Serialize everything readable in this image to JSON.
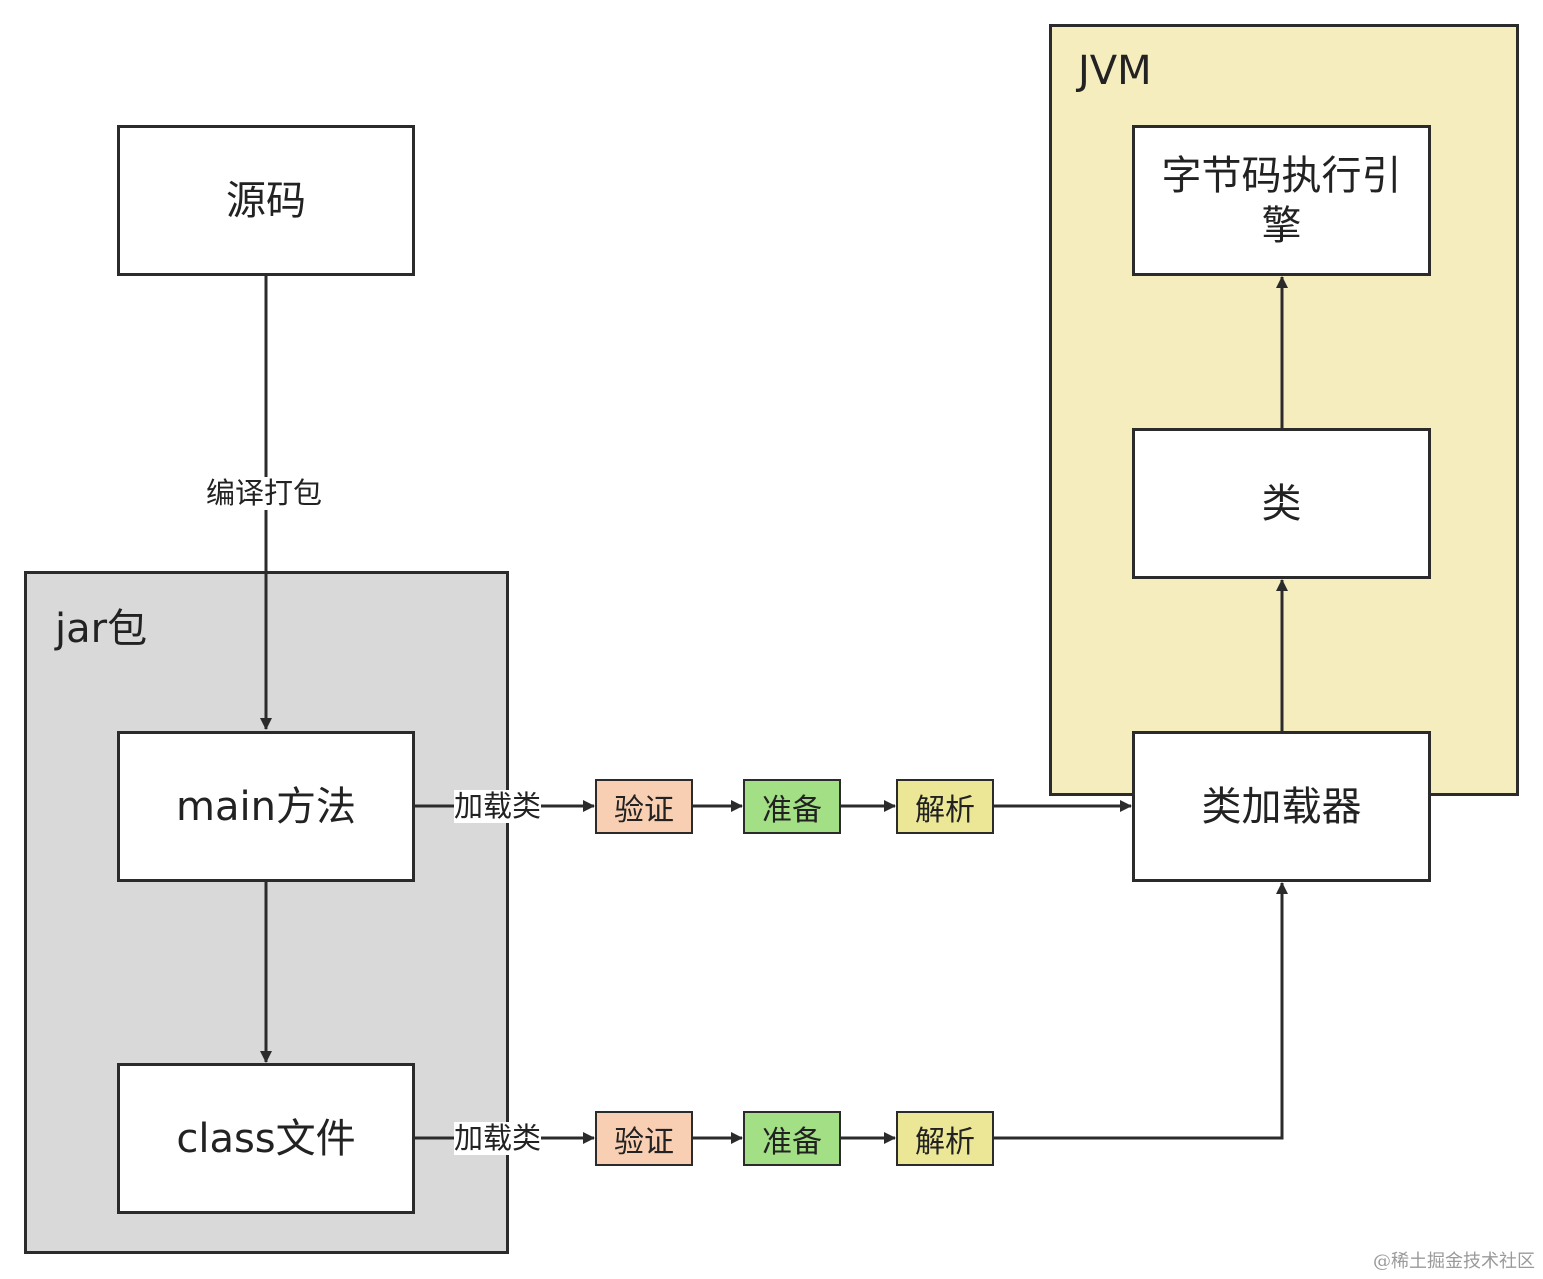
{
  "containers": {
    "jvm": {
      "title": "JVM",
      "fill": "#f6edbf"
    },
    "jar": {
      "title": "jar包",
      "fill": "#d9d9d9"
    }
  },
  "nodes": {
    "source": "源码",
    "main_method": "main方法",
    "class_file": "class文件",
    "bytecode_engine": "字节码执行引擎",
    "klass": "类",
    "class_loader": "类加载器"
  },
  "edges": {
    "compile_package": "编译打包",
    "load_class": "加载类"
  },
  "steps": {
    "verify": {
      "label": "验证",
      "fill": "#f9cfb3"
    },
    "prepare": {
      "label": "准备",
      "fill": "#a3df84"
    },
    "resolve": {
      "label": "解析",
      "fill": "#ece796"
    }
  },
  "watermark": "@稀土掘金技术社区"
}
